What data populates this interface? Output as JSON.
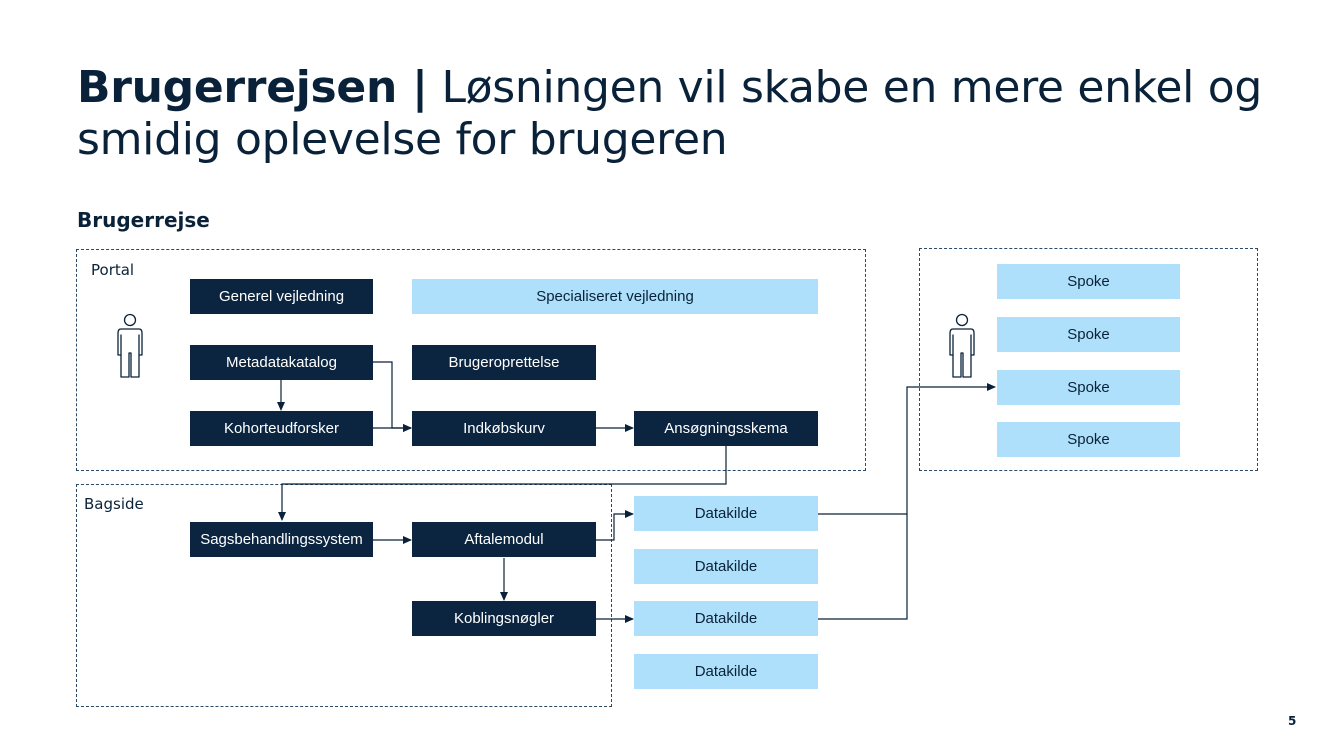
{
  "slide": {
    "title_bold": "Brugerrejsen |",
    "title_rest": " Løsningen vil skabe en mere enkel og smidig oplevelse for brugeren",
    "subtitle": "Brugerrejse",
    "page_number": "5"
  },
  "regions": {
    "portal": {
      "label": "Portal"
    },
    "bagside": {
      "label": "Bagside"
    }
  },
  "nodes": {
    "generel_vejledning": "Generel vejledning",
    "specialiseret_vejledning": "Specialiseret vejledning",
    "metadatakatalog": "Metadatakatalog",
    "brugeroprettelse": "Brugeroprettelse",
    "kohorteudforsker": "Kohorteudforsker",
    "indkobskurv": "Indkøbskurv",
    "ansogningsskema": "Ansøgningsskema",
    "sagsbehandlingssystem": "Sagsbehandlingssystem",
    "aftalemodul": "Aftalemodul",
    "koblingsnogler": "Koblingsnøgler",
    "datakilder": [
      "Datakilde",
      "Datakilde",
      "Datakilde",
      "Datakilde"
    ],
    "spokes": [
      "Spoke",
      "Spoke",
      "Spoke",
      "Spoke"
    ]
  },
  "icons": {
    "user": "person-icon"
  },
  "colors": {
    "dark_box": "#0b2540",
    "light_box": "#aee0fb",
    "text": "#0a2239",
    "border": "#2a4a66"
  }
}
